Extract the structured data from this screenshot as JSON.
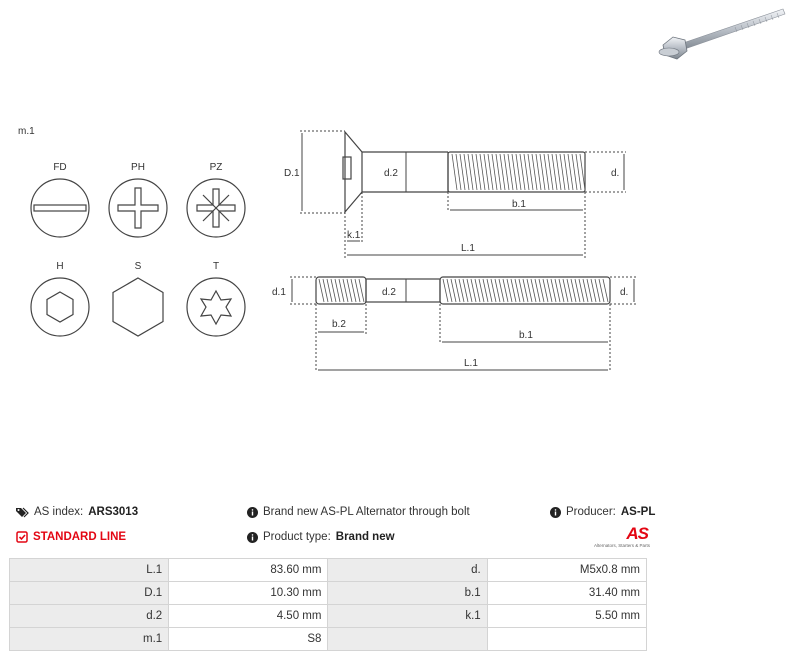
{
  "drawing": {
    "group_label": "m.1",
    "head_types": [
      {
        "label": "FD",
        "icon": "flat-slot-head-icon"
      },
      {
        "label": "PH",
        "icon": "phillips-head-icon"
      },
      {
        "label": "PZ",
        "icon": "pozidriv-head-icon"
      },
      {
        "label": "H",
        "icon": "hex-socket-head-icon"
      },
      {
        "label": "S",
        "icon": "hex-head-icon"
      },
      {
        "label": "T",
        "icon": "torx-head-icon"
      }
    ],
    "top_dims": {
      "D1": "D.1",
      "d2": "d.2",
      "d": "d.",
      "b1": "b.1",
      "k1": "k.1",
      "L1": "L.1"
    },
    "bottom_dims": {
      "d1": "d.1",
      "d2": "d.2",
      "d": "d.",
      "b2": "b.2",
      "b1": "b.1",
      "L1": "L.1"
    }
  },
  "info": {
    "as_index_label": "AS index:",
    "as_index_value": "ARS3013",
    "line_label": "STANDARD LINE",
    "description": "Brand new AS-PL Alternator through bolt",
    "product_type_label": "Product type:",
    "product_type_value": "Brand new",
    "producer_label": "Producer:",
    "producer_value": "AS-PL",
    "logo_text": "AS",
    "logo_subtext": "Alternators, Starters & Parts",
    "accent_color": "#e30613"
  },
  "specs": [
    {
      "k1": "L.1",
      "v1": "83.60 mm",
      "k2": "d.",
      "v2": "M5x0.8 mm"
    },
    {
      "k1": "D.1",
      "v1": "10.30 mm",
      "k2": "b.1",
      "v2": "31.40 mm"
    },
    {
      "k1": "d.2",
      "v1": "4.50 mm",
      "k2": "k.1",
      "v2": "5.50 mm"
    },
    {
      "k1": "m.1",
      "v1": "S8",
      "k2": "",
      "v2": ""
    }
  ]
}
